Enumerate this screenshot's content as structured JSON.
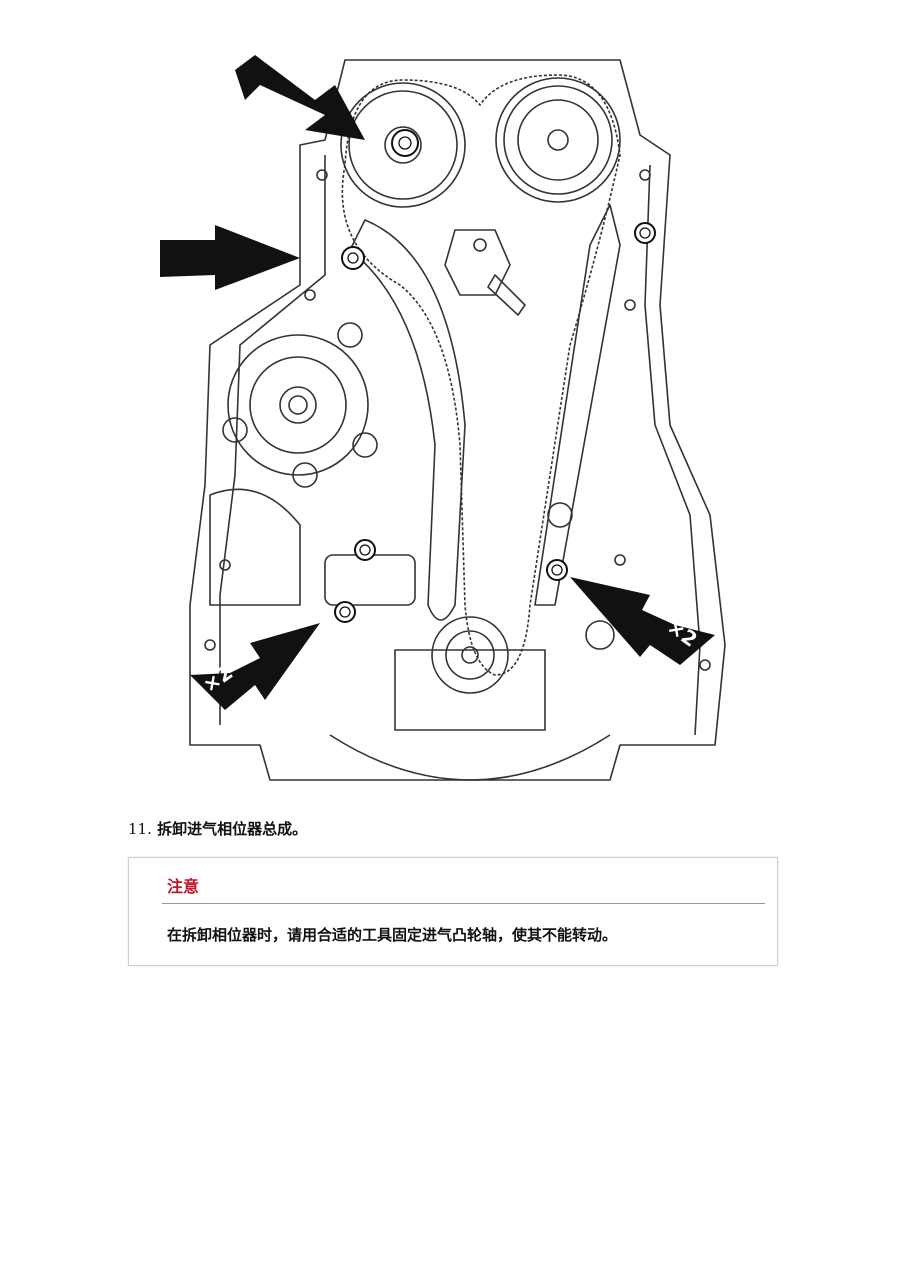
{
  "figure": {
    "callouts": [
      {
        "id": "top-arrow",
        "label": ""
      },
      {
        "id": "left-arrow",
        "label": ""
      },
      {
        "id": "lower-left-arrow",
        "label": "×2"
      },
      {
        "id": "lower-right-arrow",
        "label": "×2"
      }
    ],
    "colors": {
      "line": "#333333",
      "arrow": "#111111",
      "background": "#ffffff"
    }
  },
  "step": {
    "number": "11.",
    "text": "拆卸进气相位器总成。"
  },
  "notice": {
    "title": "注意",
    "text": "在拆卸相位器时，请用合适的工具固定进气凸轮轴，使其不能转动。",
    "title_color": "#c2182b"
  }
}
